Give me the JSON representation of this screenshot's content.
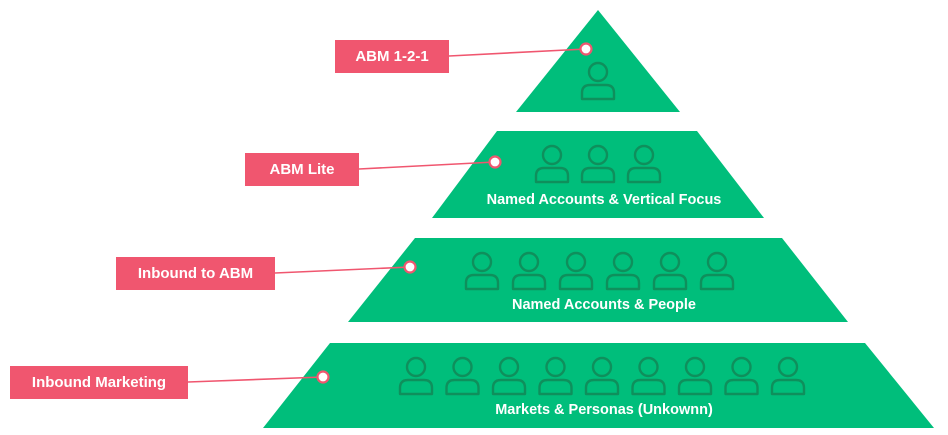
{
  "colors": {
    "pyramid_fill": "#00be7b",
    "person_outline": "#0f8f5c",
    "label_fill": "#f0566f",
    "connector": "#f0566f",
    "text_light": "#ffffff"
  },
  "tiers": [
    {
      "label": "ABM 1-2-1",
      "caption": "",
      "people_count": 1,
      "icon": "person-icon"
    },
    {
      "label": "ABM Lite",
      "caption": "Named Accounts & Vertical Focus",
      "people_count": 3,
      "icon": "person-icon"
    },
    {
      "label": "Inbound to ABM",
      "caption": "Named Accounts & People",
      "people_count": 6,
      "icon": "person-icon"
    },
    {
      "label": "Inbound Marketing",
      "caption": "Markets & Personas (Unkownn)",
      "people_count": 9,
      "icon": "person-icon"
    }
  ]
}
